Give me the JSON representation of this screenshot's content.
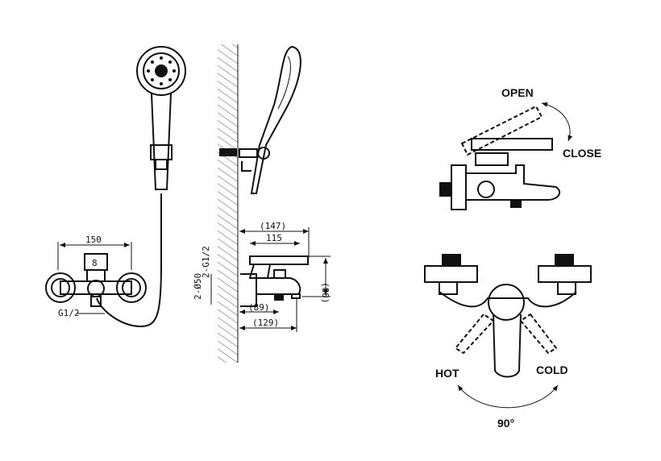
{
  "dimensions": {
    "width_front": "150",
    "inlet_thread": "G1/2",
    "wall_threads": "2-G1/2",
    "escutcheons": "2-Ø50",
    "depth_total": "(147)",
    "depth_body": "115",
    "height": "(88)",
    "outlet_depth": "(89)",
    "spout_depth": "(129)"
  },
  "lever_labels": {
    "open": "OPEN",
    "close": "CLOSE",
    "hot": "HOT",
    "cold": "COLD",
    "angle": "90°"
  },
  "colors": {
    "line": "#111111",
    "hatch": "#888888"
  }
}
